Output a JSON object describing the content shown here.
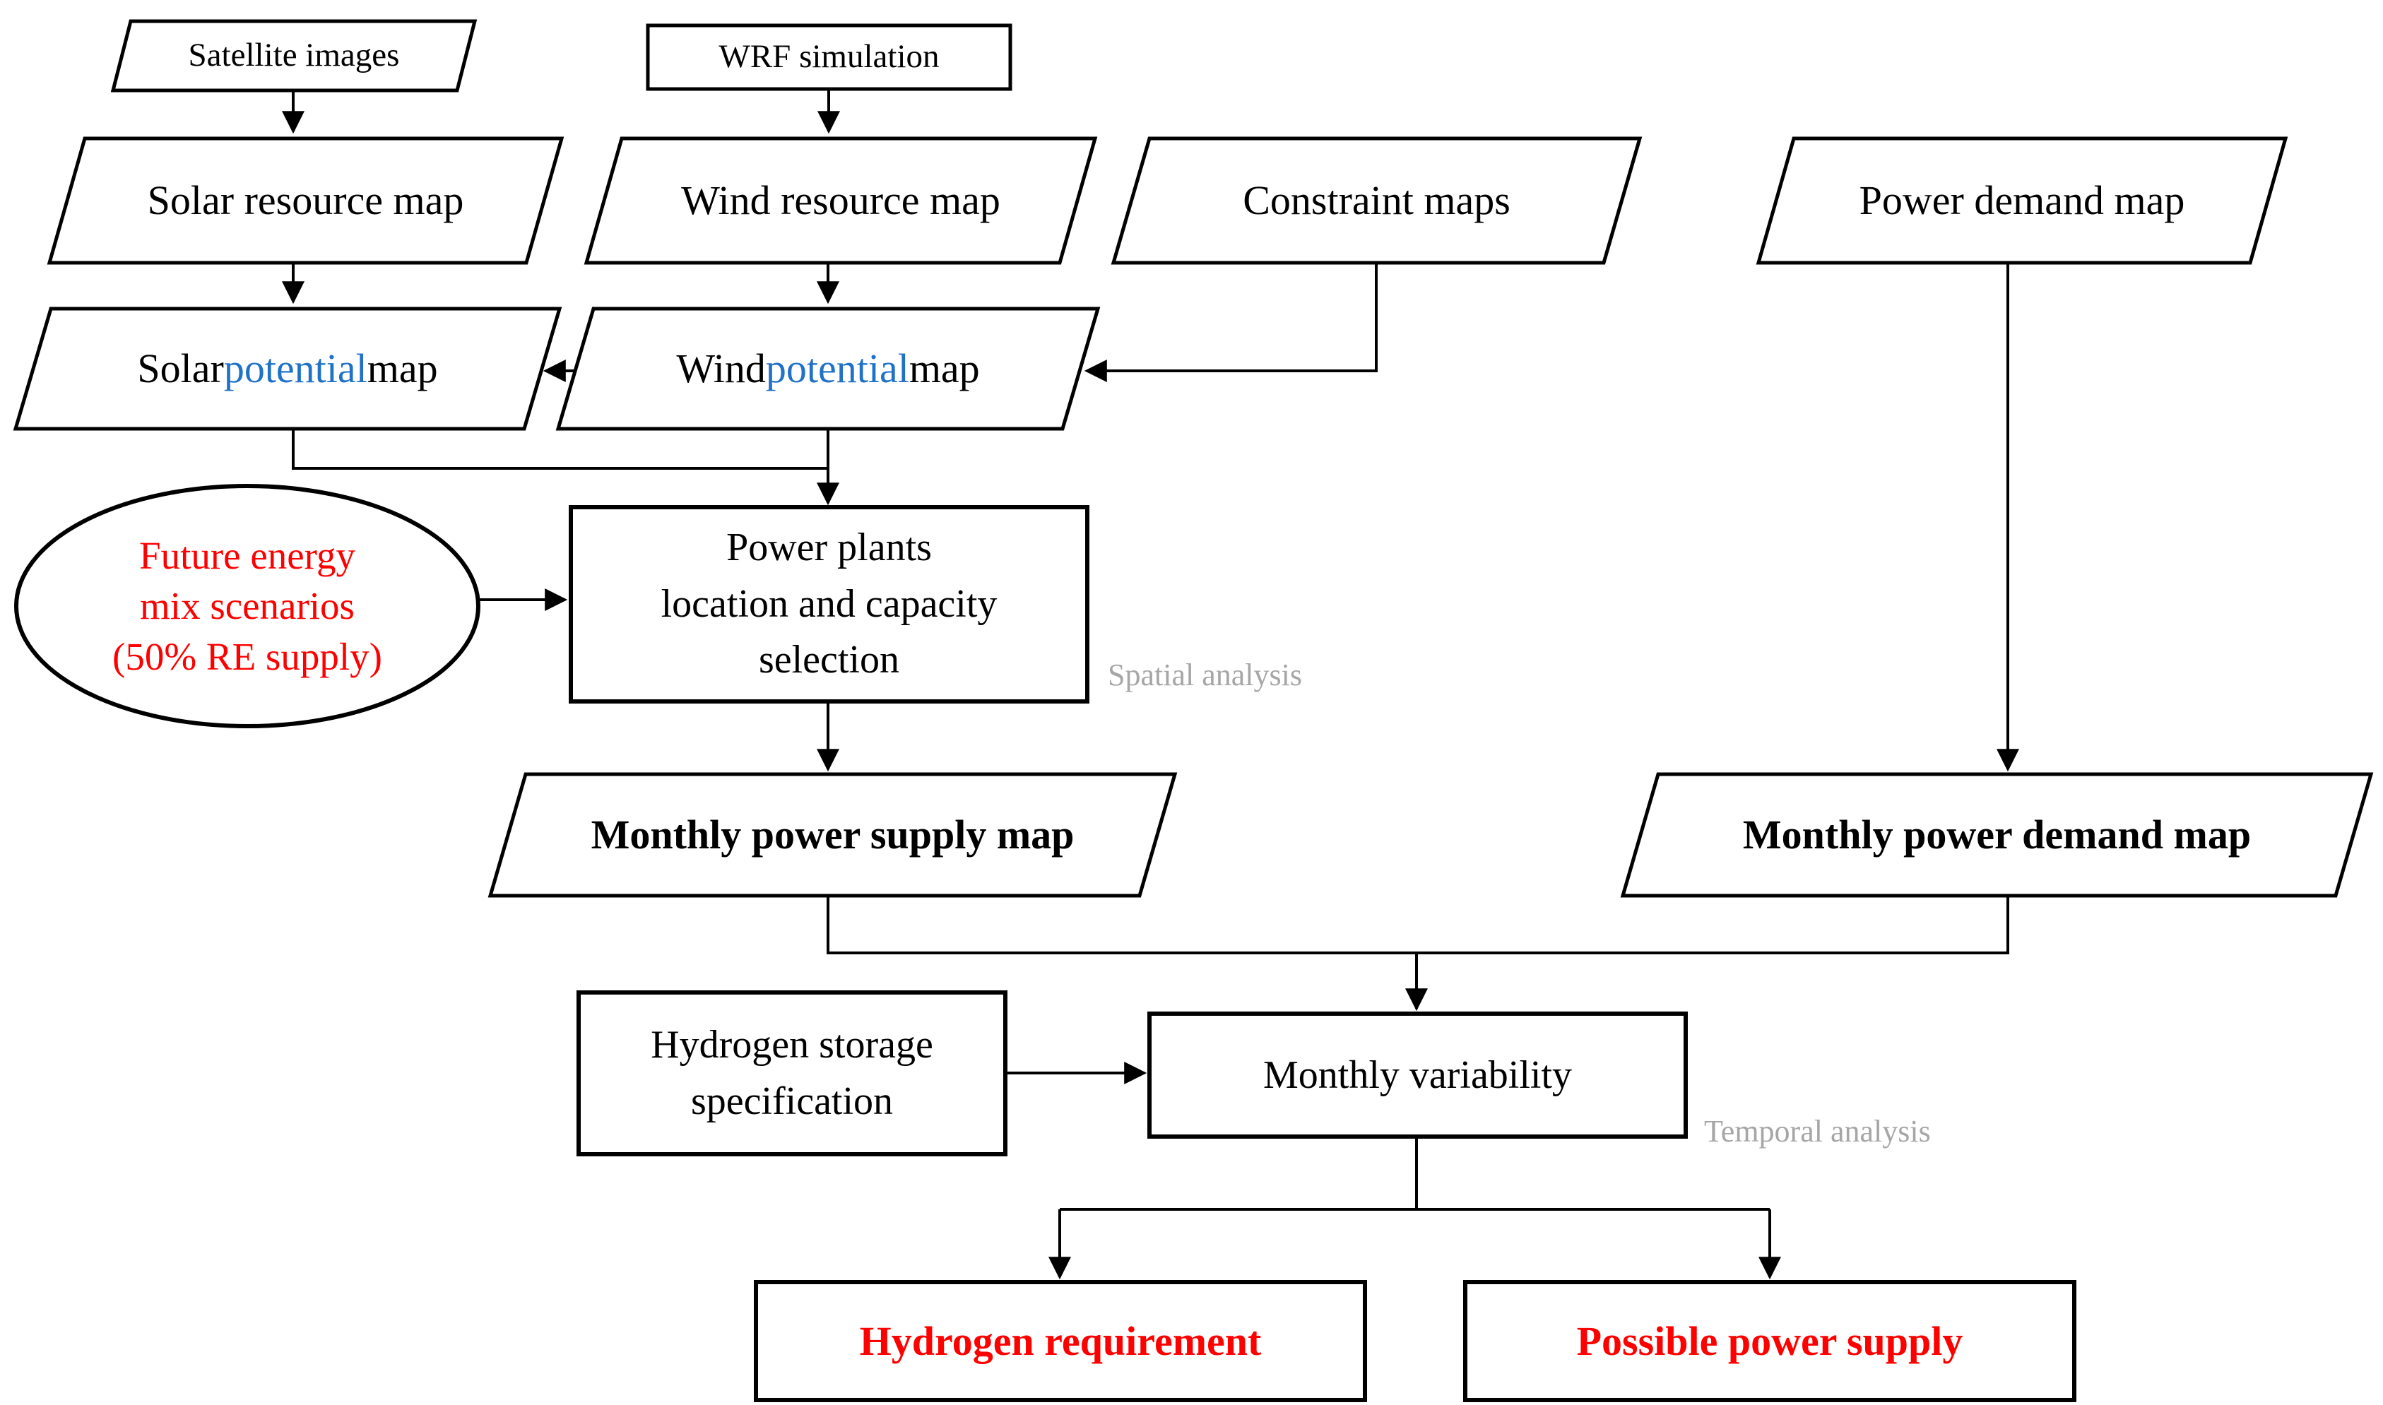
{
  "colors": {
    "accent_blue": "#1f72c8",
    "accent_red": "#ff0000",
    "muted_gray": "#a6a6a6",
    "line_black": "#000000"
  },
  "nodes": {
    "satellite_images": {
      "label": "Satellite images",
      "shape": "parallelogram"
    },
    "wrf_simulation": {
      "label": "WRF simulation",
      "shape": "rectangle"
    },
    "solar_resource_map": {
      "label": "Solar resource map",
      "shape": "parallelogram"
    },
    "wind_resource_map": {
      "label": "Wind resource map",
      "shape": "parallelogram"
    },
    "constraint_maps": {
      "label": "Constraint maps",
      "shape": "parallelogram"
    },
    "power_demand_map": {
      "label": "Power demand map",
      "shape": "parallelogram"
    },
    "solar_potential_map": {
      "pre": "Solar ",
      "highlight": "potential",
      "post": " map",
      "shape": "parallelogram"
    },
    "wind_potential_map": {
      "pre": "Wind ",
      "highlight": "potential",
      "post": " map",
      "shape": "parallelogram"
    },
    "future_energy_mix": {
      "label": "Future energy\nmix scenarios\n(50% RE supply)",
      "shape": "ellipse"
    },
    "power_plants_selection": {
      "label": "Power plants\nlocation and capacity\nselection",
      "shape": "rectangle"
    },
    "monthly_power_supply_map": {
      "label": "Monthly power supply map",
      "shape": "parallelogram"
    },
    "monthly_power_demand_map": {
      "label": "Monthly power demand map",
      "shape": "parallelogram"
    },
    "hydrogen_storage_spec": {
      "label": "Hydrogen storage\nspecification",
      "shape": "rectangle"
    },
    "monthly_variability": {
      "label": "Monthly variability",
      "shape": "rectangle"
    },
    "hydrogen_requirement": {
      "label": "Hydrogen requirement",
      "shape": "rectangle"
    },
    "possible_power_supply": {
      "label": "Possible power supply",
      "shape": "rectangle"
    }
  },
  "annotations": {
    "spatial": "Spatial analysis",
    "temporal": "Temporal analysis"
  }
}
